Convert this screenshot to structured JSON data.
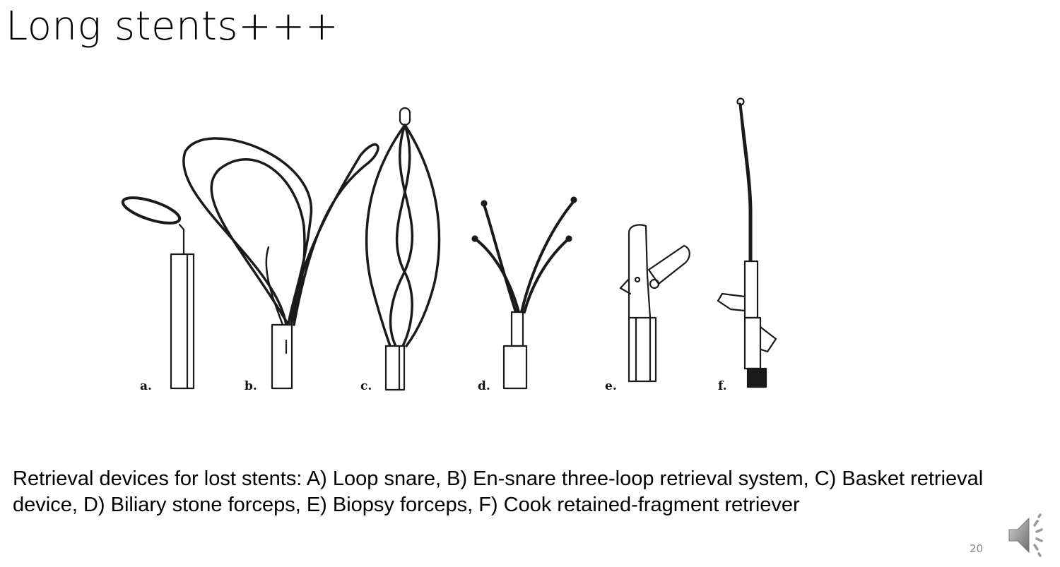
{
  "slide": {
    "title": "Long stents+++",
    "caption": "Retrieval devices for lost stents: A) Loop snare, B) En-snare three-loop retrieval system, C) Basket retrieval device, D) Biliary stone forceps, E) Biopsy forceps, F) Cook retained-fragment retriever",
    "slide_number": "20"
  },
  "figure": {
    "labels": [
      "a.",
      "b.",
      "c.",
      "d.",
      "e.",
      "f."
    ]
  },
  "icons": {
    "audio": "speaker-icon"
  }
}
